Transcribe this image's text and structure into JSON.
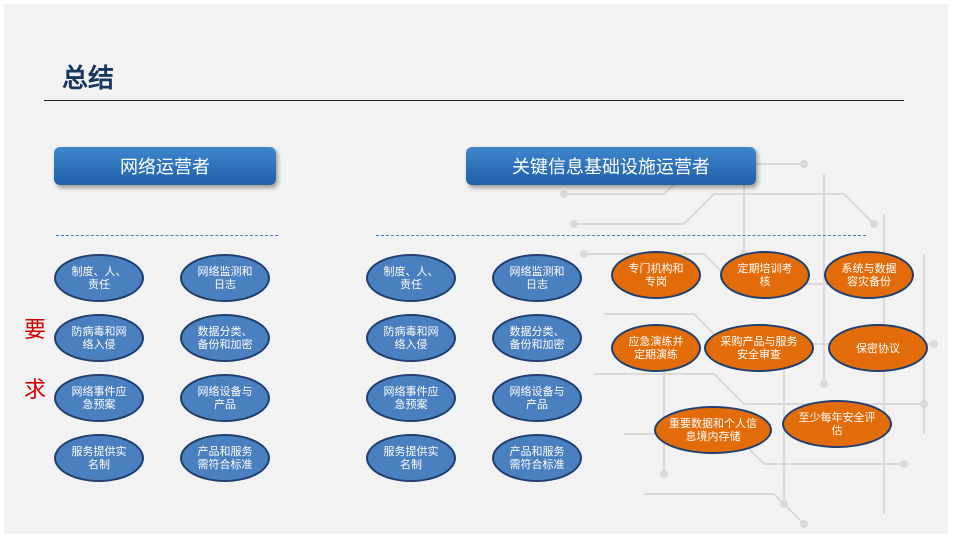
{
  "title": "总结",
  "groups": {
    "network_operator": "网络运营者",
    "cii_operator": "关键信息基础设施运营者"
  },
  "requirement_label": [
    "要",
    "求"
  ],
  "basic_items": [
    "制度、人、责任",
    "网络监测和日志",
    "防病毒和网络入侵",
    "数据分类、备份和加密",
    "网络事件应急预案",
    "网络设备与产品",
    "服务提供实名制",
    "产品和服务需符合标准"
  ],
  "extra_items": [
    "专门机构和专岗",
    "定期培训考核",
    "系统与数据容灾备份",
    "应急演练并定期演练",
    "采购产品与服务安全审查",
    "保密协议",
    "重要数据和个人信息境内存储",
    "至少每年安全评估"
  ],
  "colors": {
    "title": "#17375e",
    "header_button": "#2e74bb",
    "oval_blue": "#4a7fc0",
    "oval_orange": "#e36c0a",
    "requirement_red": "#d40000"
  }
}
